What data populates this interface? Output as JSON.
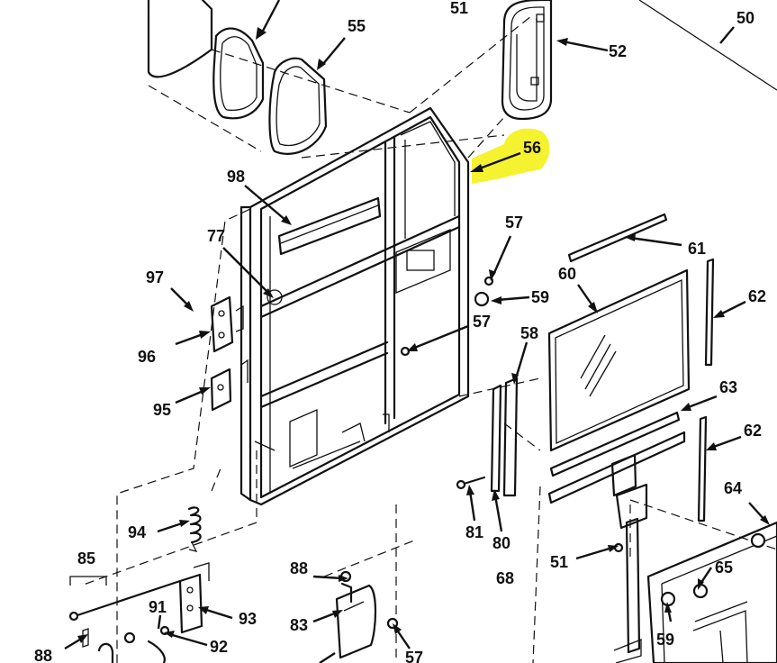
{
  "highlight_color": "#f5f230",
  "ink_color": "#111111",
  "callouts": [
    {
      "id": "c50",
      "text": "50",
      "highlighted": false
    },
    {
      "id": "c51a",
      "text": "51",
      "highlighted": false
    },
    {
      "id": "c52",
      "text": "52",
      "highlighted": false
    },
    {
      "id": "c55",
      "text": "55",
      "highlighted": false
    },
    {
      "id": "c56",
      "text": "56",
      "highlighted": true
    },
    {
      "id": "c98",
      "text": "98",
      "highlighted": false
    },
    {
      "id": "c77",
      "text": "77",
      "highlighted": false
    },
    {
      "id": "c57a",
      "text": "57",
      "highlighted": false
    },
    {
      "id": "c61",
      "text": "61",
      "highlighted": false
    },
    {
      "id": "c60",
      "text": "60",
      "highlighted": false
    },
    {
      "id": "c62a",
      "text": "62",
      "highlighted": false
    },
    {
      "id": "c97",
      "text": "97",
      "highlighted": false
    },
    {
      "id": "c59a",
      "text": "59",
      "highlighted": false
    },
    {
      "id": "c96",
      "text": "96",
      "highlighted": false
    },
    {
      "id": "c57b",
      "text": "57",
      "highlighted": false
    },
    {
      "id": "c58",
      "text": "58",
      "highlighted": false
    },
    {
      "id": "c95",
      "text": "95",
      "highlighted": false
    },
    {
      "id": "c63",
      "text": "63",
      "highlighted": false
    },
    {
      "id": "c62b",
      "text": "62",
      "highlighted": false
    },
    {
      "id": "c64",
      "text": "64",
      "highlighted": false
    },
    {
      "id": "c94",
      "text": "94",
      "highlighted": false
    },
    {
      "id": "c81",
      "text": "81",
      "highlighted": false
    },
    {
      "id": "c80",
      "text": "80",
      "highlighted": false
    },
    {
      "id": "c51b",
      "text": "51",
      "highlighted": false
    },
    {
      "id": "c65",
      "text": "65",
      "highlighted": false
    },
    {
      "id": "c68",
      "text": "68",
      "highlighted": false
    },
    {
      "id": "c85",
      "text": "85",
      "highlighted": false
    },
    {
      "id": "c88a",
      "text": "88",
      "highlighted": false
    },
    {
      "id": "c91",
      "text": "91",
      "highlighted": false
    },
    {
      "id": "c93",
      "text": "93",
      "highlighted": false
    },
    {
      "id": "c83",
      "text": "83",
      "highlighted": false
    },
    {
      "id": "c92",
      "text": "92",
      "highlighted": false
    },
    {
      "id": "c59b",
      "text": "59",
      "highlighted": false
    },
    {
      "id": "c88b",
      "text": "88",
      "highlighted": false
    },
    {
      "id": "c57c",
      "text": "57",
      "highlighted": false
    }
  ]
}
